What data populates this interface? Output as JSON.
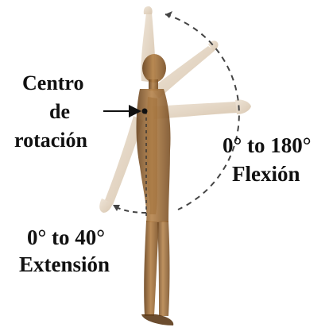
{
  "labels": {
    "center_line1": "Centro",
    "center_line2": "de",
    "center_line3": "rotación",
    "flexion_range": "0° to 180°",
    "flexion_name": "Flexión",
    "extension_range": "0° to 40°",
    "extension_name": "Extensión"
  },
  "colors": {
    "background": "#ffffff",
    "skin": "#a8773f",
    "skin_dark": "#6b4520",
    "ghost_arm": "#d8c2a6",
    "arc": "#444444",
    "text": "#111111"
  }
}
